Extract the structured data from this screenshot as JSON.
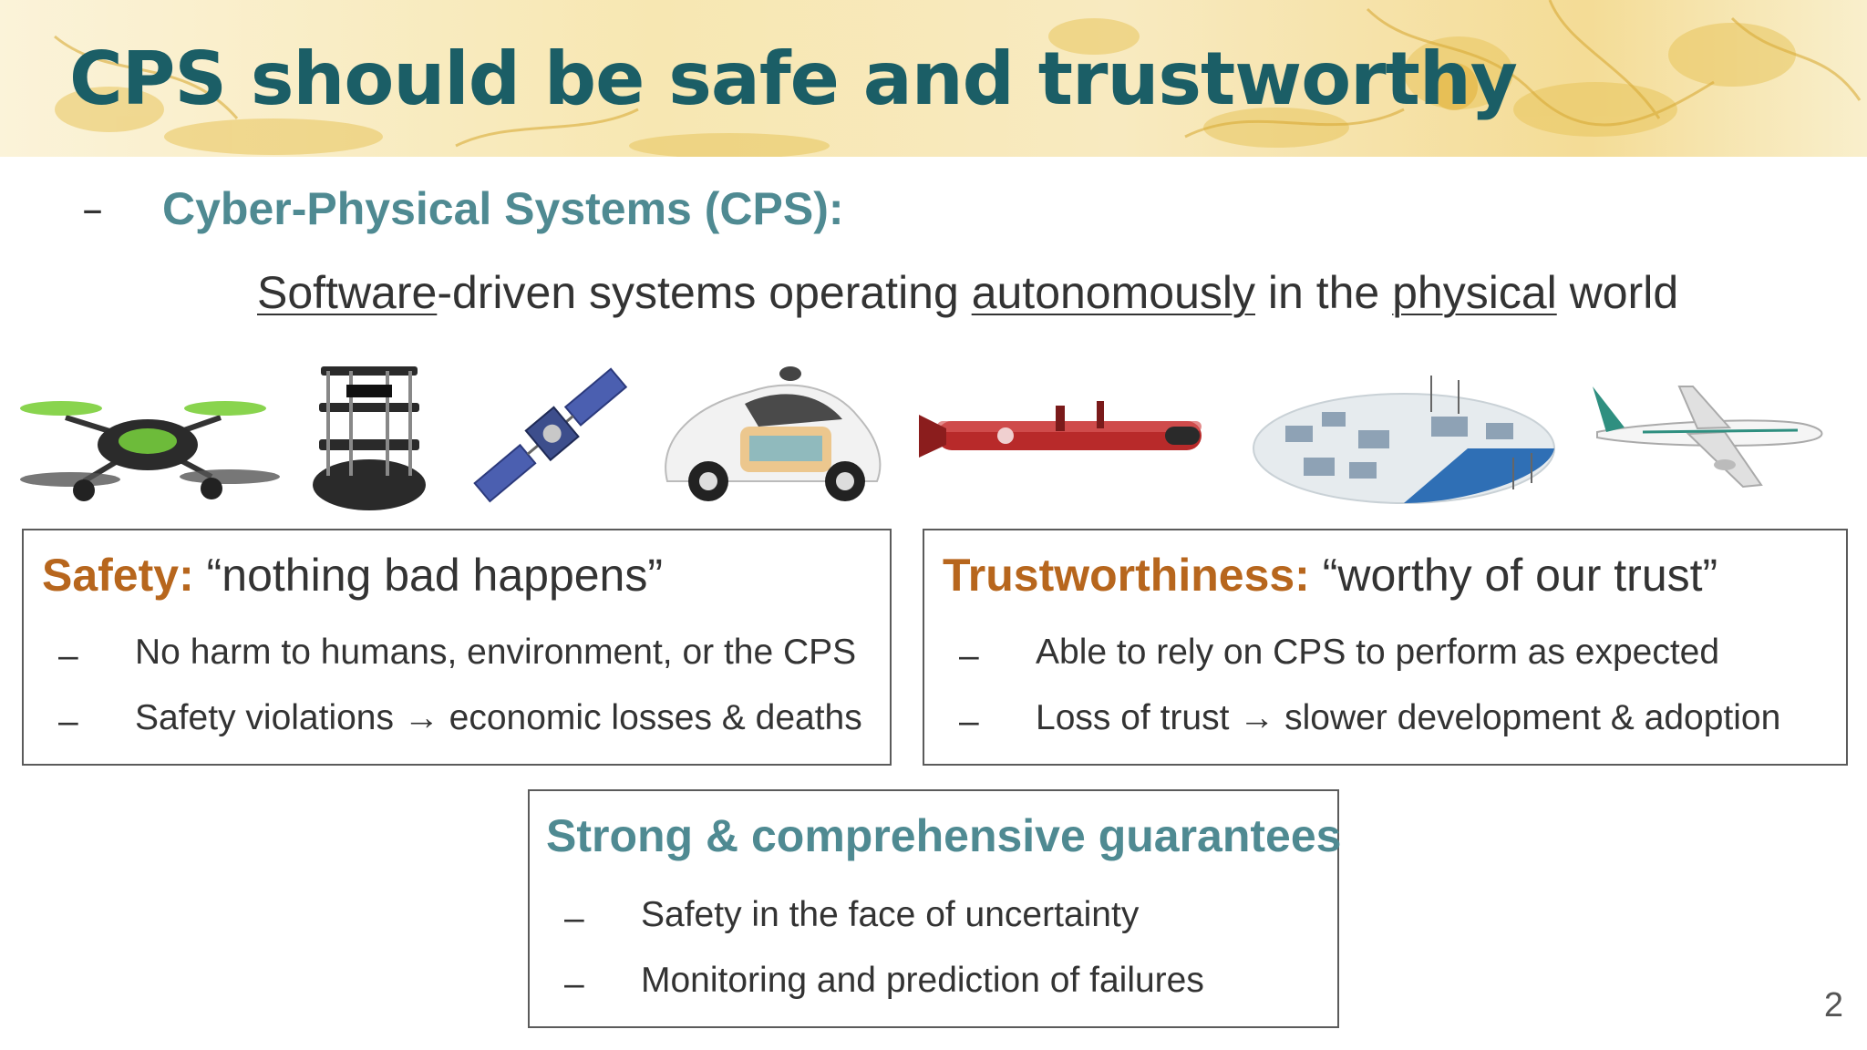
{
  "title": "CPS should be safe and trustworthy",
  "cps_heading": "Cyber-Physical Systems (CPS):",
  "definition": {
    "w1": "Software",
    "w2": "-driven systems operating ",
    "w3": "autonomously",
    "w4": " in the ",
    "w5": "physical",
    "w6": " world"
  },
  "images": [
    "quadcopter drone",
    "mobile robot",
    "satellite",
    "self-driving car",
    "underwater vehicle",
    "smart grid",
    "airplane"
  ],
  "safety": {
    "label": "Safety:",
    "tagline": " “nothing bad happens”",
    "items": [
      "No harm to humans, environment, or the CPS",
      "Safety violations → economic losses & deaths"
    ]
  },
  "trust": {
    "label": "Trustworthiness:",
    "tagline": " “worthy of our trust”",
    "items": [
      "Able to rely on CPS to perform as expected",
      "Loss of trust → slower development & adoption"
    ]
  },
  "guarantees": {
    "title": "Strong & comprehensive guarantees",
    "items": [
      "Safety in the face of uncertainty",
      "Monitoring and prediction of failures"
    ]
  },
  "dash": "–",
  "page_number": "2",
  "colors": {
    "title": "#1b5e66",
    "teal": "#4f8a92",
    "accent": "#b7661d",
    "banner": "#f4dc96"
  }
}
